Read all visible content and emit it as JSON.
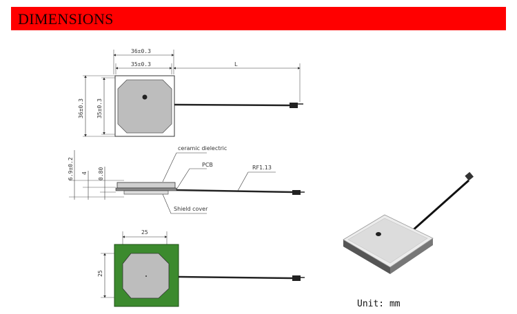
{
  "header": {
    "title": "DIMENSIONS"
  },
  "top_view": {
    "dim_width_outer": "36±0.3",
    "dim_width_inner": "35±0.3",
    "dim_length": "L",
    "dim_height_outer": "36±0.3",
    "dim_height_inner": "35±0.3"
  },
  "side_view": {
    "dim_total": "6.9±0.2",
    "dim_ceramic": "4",
    "dim_pcb": "0.80",
    "label_ceramic": "ceramic dielectric",
    "label_pcb": "PCB",
    "label_cable": "RF1.13",
    "label_shield": "Shield cover"
  },
  "bottom_view": {
    "dim_width": "25",
    "dim_height": "25"
  },
  "footer": {
    "unit_text": "Unit: mm"
  },
  "colors": {
    "banner": "#ff0000",
    "pcb_green": "#3c8a2e",
    "ceramic": "#d2d2d2",
    "patch_grey": "#bdbdbd"
  }
}
